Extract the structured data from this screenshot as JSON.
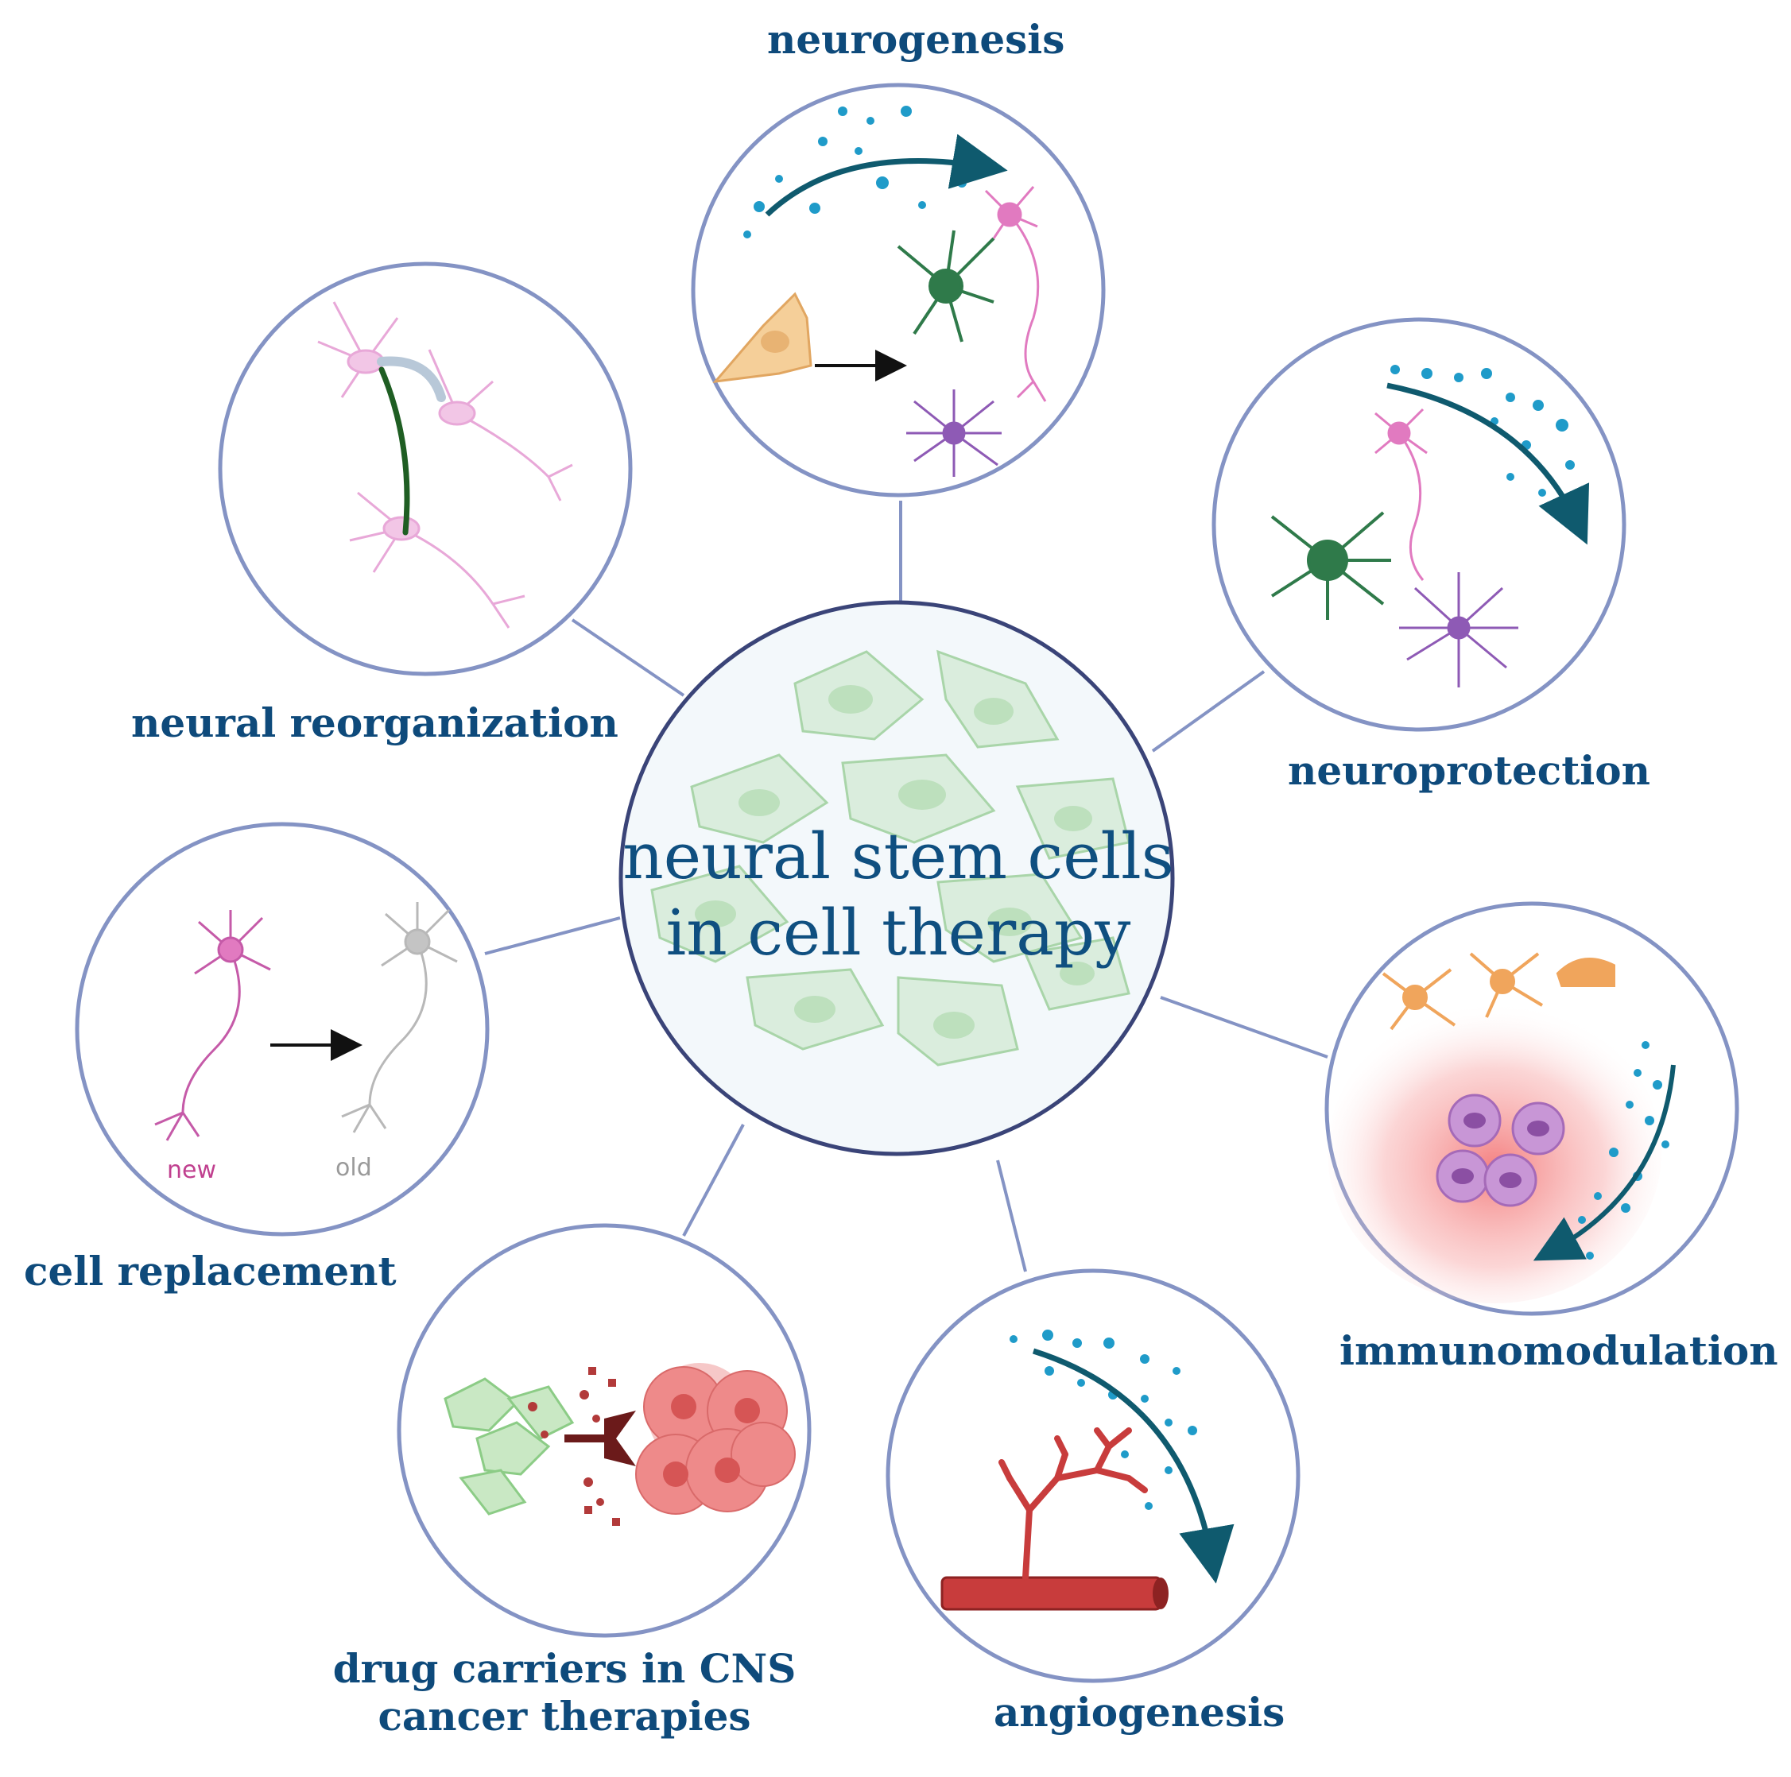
{
  "center": {
    "line1": "neural stem cells",
    "line2": "in cell therapy"
  },
  "labels": {
    "neurogenesis": "neurogenesis",
    "neuroprotection": "neuroprotection",
    "immunomodulation": "immunomodulation",
    "angiogenesis": "angiogenesis",
    "drug_carriers_line1": "drug carriers in CNS",
    "drug_carriers_line2": "cancer therapies",
    "cell_replacement": "cell replacement",
    "neural_reorganization": "neural reorganization"
  },
  "cell_replacement_panel": {
    "new": "new",
    "old": "old"
  },
  "colors": {
    "label_text": "#0e4a7b",
    "circle_stroke": "#8493c4",
    "center_stroke": "#3a4478",
    "neuron_pink": "#e17ac0",
    "astrocyte_green": "#2f7a4a",
    "oligodendrocyte_purple": "#8e5ab5",
    "progenitor_orange": "#f0b878",
    "secreted_factors": "#1f9bc9",
    "arrow_teal": "#0f5a6e",
    "vessel_red": "#c83c3c",
    "tumor_red": "#e86a6a",
    "stem_cell_green": "#9bd29b"
  }
}
